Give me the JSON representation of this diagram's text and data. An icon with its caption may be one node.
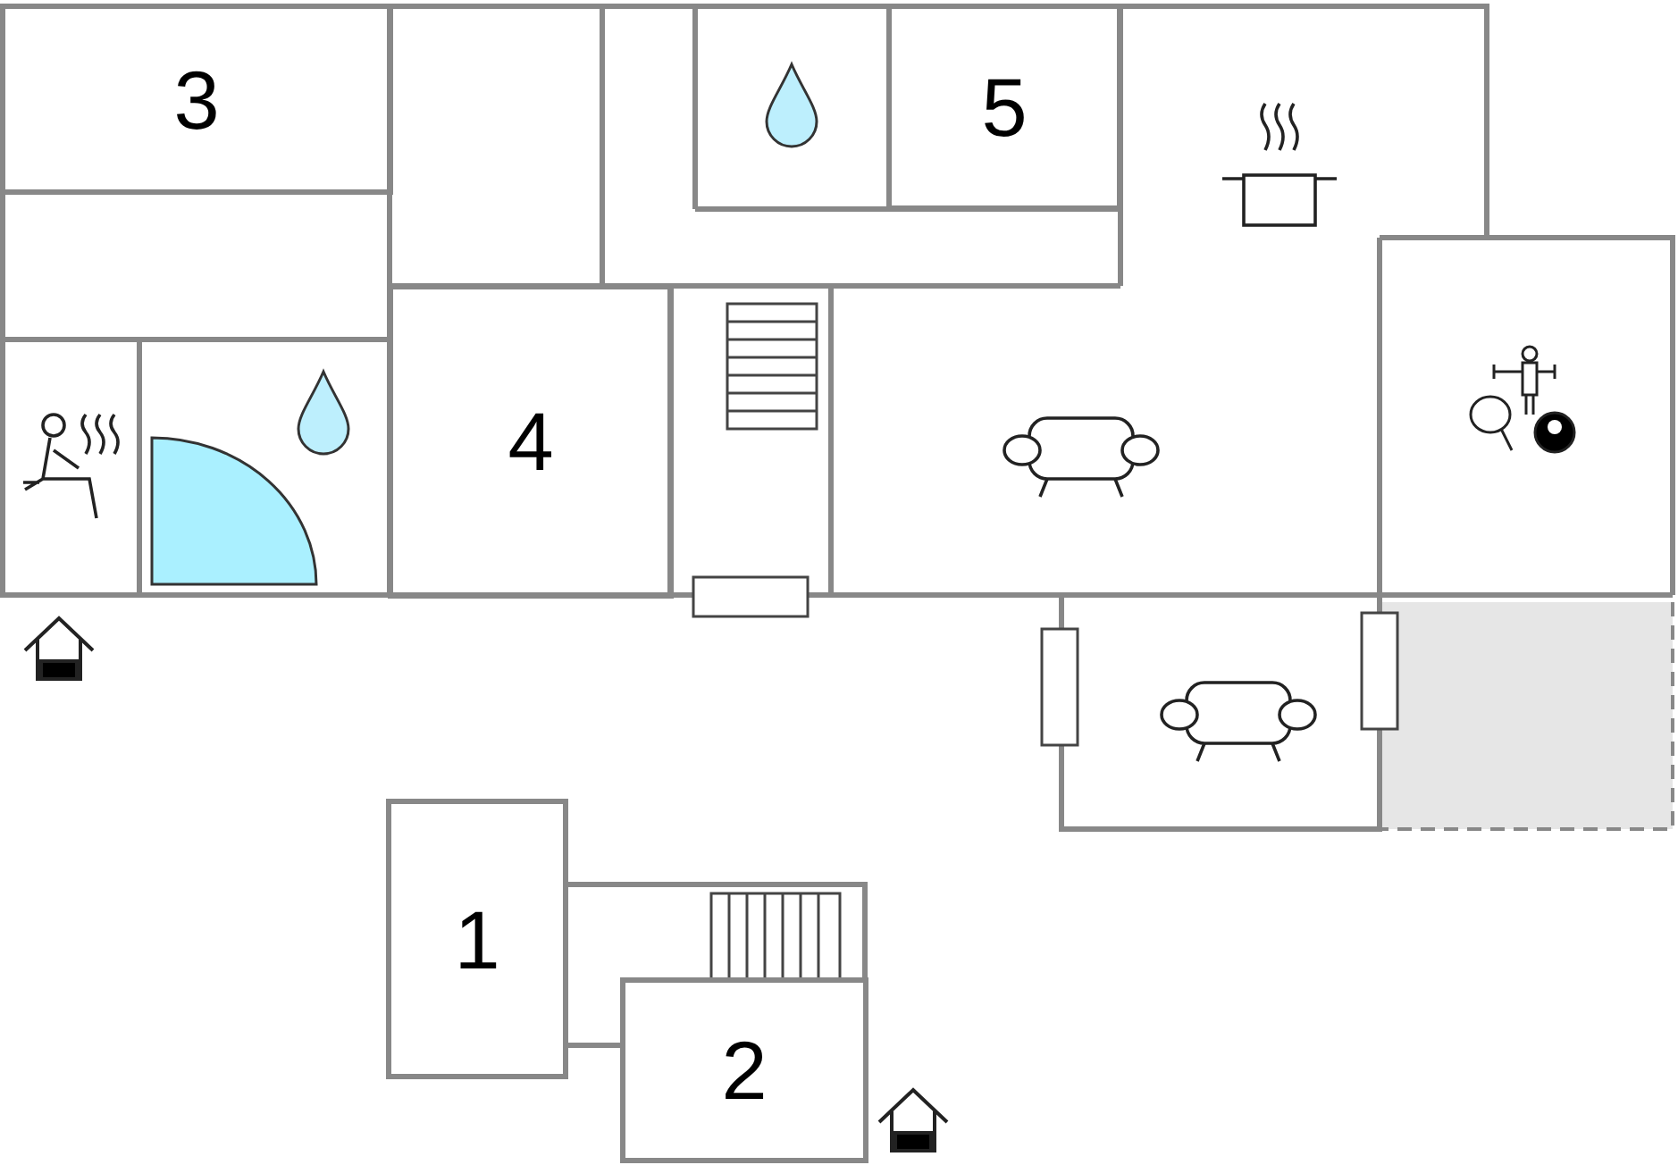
{
  "diagram": {
    "nodes": [
      {
        "text": [
          "3"
        ]
      },
      {
        "text": [
          "5"
        ]
      },
      {
        "text": [
          "4"
        ]
      },
      {
        "text": [
          "1"
        ]
      },
      {
        "text": [
          "2"
        ]
      }
    ]
  }
}
